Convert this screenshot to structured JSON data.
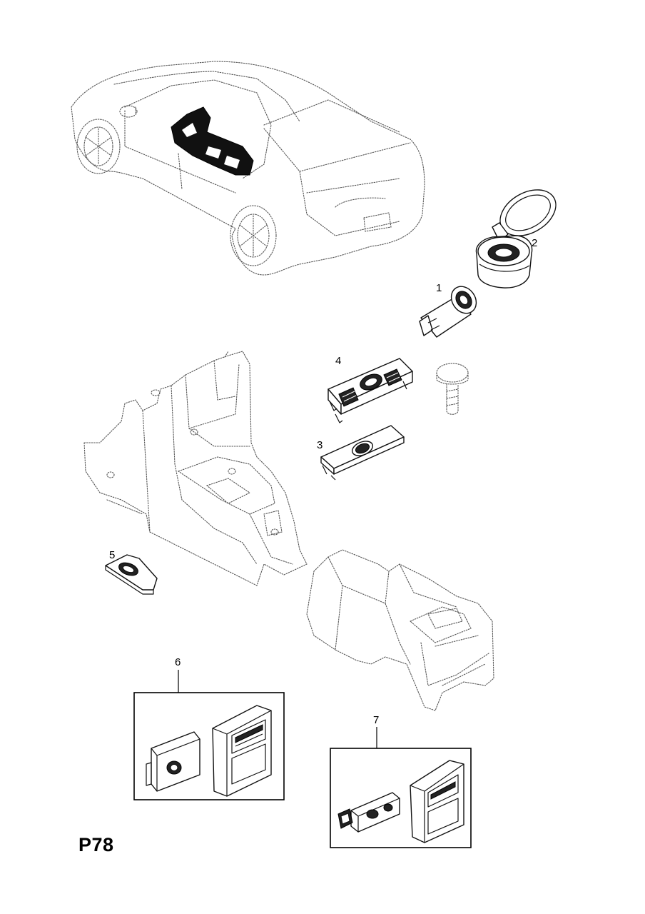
{
  "page_code": "P78",
  "callouts": [
    "1",
    "2",
    "3",
    "4",
    "5",
    "6",
    "7"
  ]
}
